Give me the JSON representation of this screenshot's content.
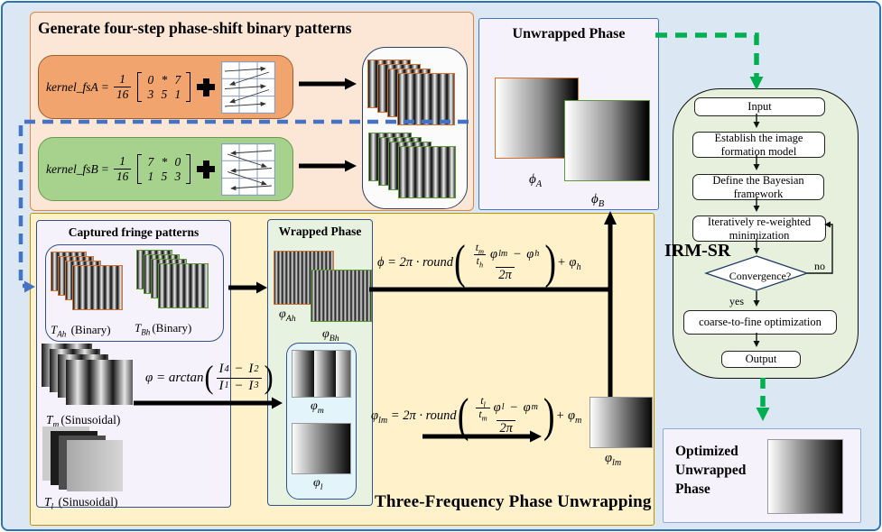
{
  "colors": {
    "canvas_bg": "#dbe7f3",
    "canvas_border": "#2e74b5",
    "peach_bg": "#fce6d5",
    "peach_border": "#e8833d",
    "kernela_bg": "#f1a46d",
    "kernela_border": "#99602f",
    "kernelb_bg": "#a6d28e",
    "kernelb_border": "#679a4b",
    "yellow_bg": "#fff2cb",
    "yellow_border": "#bf9000",
    "lavender_bg": "#f5f2fb",
    "navy_border": "#31508f",
    "wrapped_bg": "#e7f3e0",
    "cyan_bg": "#e3f5fb",
    "flow_bg": "#e6f0dc",
    "fringe_orange": "#d9702b",
    "fringe_green": "#5a9b38",
    "green_arrow": "#00b050",
    "blue_dash": "#4472c4",
    "optimized_border": "#8faadc"
  },
  "generate": {
    "title": "Generate four-step phase-shift binary patterns",
    "kernel_a": {
      "name": "kernel_fsA",
      "eq": "=",
      "num": "1",
      "den": "16",
      "m11": "0",
      "m12": "*",
      "m13": "7",
      "m21": "3",
      "m22": "5",
      "m23": "1"
    },
    "kernel_b": {
      "name": "kernel_fsB",
      "eq": "=",
      "num": "1",
      "den": "16",
      "m11": "7",
      "m12": "*",
      "m13": "0",
      "m21": "1",
      "m22": "5",
      "m23": "3"
    }
  },
  "captured": {
    "title": "Captured fringe patterns",
    "tah": {
      "b": "T",
      "s": "Ah",
      "r": " (Binary)"
    },
    "tbh": {
      "b": "T",
      "s": "Bh",
      "r": "(Binary)"
    },
    "tm": {
      "b": "T",
      "s": "m",
      "r": "(Sinusoidal)"
    },
    "tl": {
      "b": "T",
      "s": "l",
      "r": " (Sinusoidal)"
    }
  },
  "wrapped": {
    "title": "Wrapped Phase",
    "pah": {
      "b": "φ",
      "s": "Ah"
    },
    "pbh": {
      "b": "φ",
      "s": "Bh"
    },
    "pm": {
      "b": "φ",
      "s": "m"
    },
    "pl": {
      "b": "φ",
      "s": "l"
    }
  },
  "unwrapped": {
    "title": "Unwrapped Phase",
    "pa": {
      "b": "ϕ",
      "s": "A"
    },
    "pb": {
      "b": "ϕ",
      "s": "B"
    }
  },
  "philm_label": {
    "b": "φ",
    "s": "lm"
  },
  "formulas": {
    "arctan": {
      "lhs": "φ = arctan",
      "n1": "I",
      "n1s": "4",
      "nop": "−",
      "n2": "I",
      "n2s": "2",
      "d1": "I",
      "d1s": "1",
      "dop": "−",
      "d2": "I",
      "d2s": "3"
    },
    "phi": {
      "l": "ϕ",
      "eq": "= 2π · round",
      "t1": "t",
      "t1s": "m",
      "t2": "t",
      "t2s": "h",
      "p1": "φ",
      "p1s": "lm",
      "op": "−",
      "p2": "φ",
      "p2s": "h",
      "den": "2π",
      "plus": "+",
      "p3": "φ",
      "p3s": "h"
    },
    "philm": {
      "l": "φ",
      "ls": "lm",
      "eq": "= 2π · round",
      "t1": "t",
      "t1s": "l",
      "t2": "t",
      "t2s": "m",
      "p1": "φ",
      "p1s": "l",
      "op": "−",
      "p2": "φ",
      "p2s": "m",
      "den": "2π",
      "plus": "+",
      "p3": "φ",
      "p3s": "m"
    }
  },
  "three_freq_title": "Three-Frequency Phase Unwrapping",
  "flowchart": {
    "label": "IRM-SR",
    "nodes": {
      "input": "Input",
      "establish": "Establish the image formation model",
      "define": "Define the Bayesian framework",
      "iterate": "Iteratively re-weighted minimization",
      "convergence": "Convergence?",
      "coarse": "coarse-to-fine optimization",
      "output": "Output"
    },
    "yes": "yes",
    "no": "no"
  },
  "optimized": {
    "title": "Optimized Unwrapped Phase"
  }
}
